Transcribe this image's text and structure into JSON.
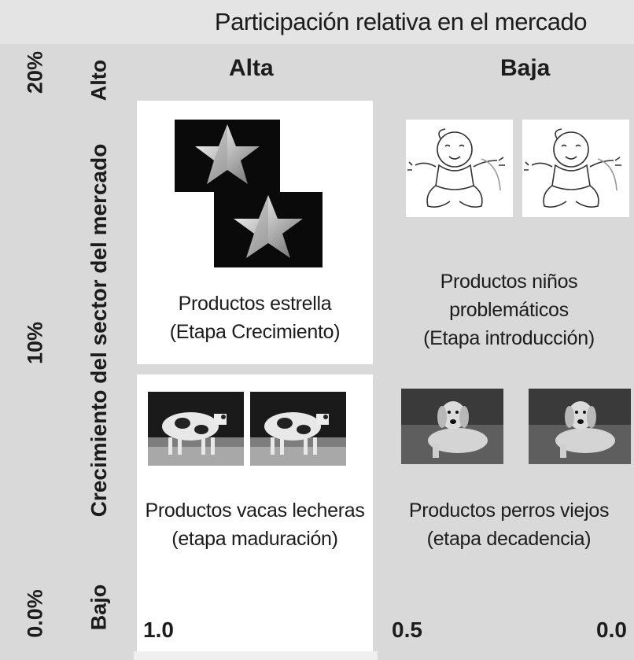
{
  "header": {
    "title": "Participación relativa en el mercado"
  },
  "y_axis": {
    "label": "Crecimiento del sector del mercado",
    "pct_high": "20%",
    "pct_mid": "10%",
    "pct_low": "0.0%",
    "level_high": "Alto",
    "level_low": "Bajo"
  },
  "columns": {
    "left": "Alta",
    "right": "Baja"
  },
  "quadrants": {
    "star": {
      "line1": "Productos estrella",
      "line2": "(Etapa Crecimiento)",
      "icon": "star-icon"
    },
    "child": {
      "line1": "Productos niños",
      "line2": "problemáticos",
      "line3": "(Etapa introducción)",
      "icon": "baby-icon"
    },
    "cow": {
      "line1": "Productos vacas lecheras",
      "line2": "(etapa maduración)",
      "icon": "cow-icon"
    },
    "dog": {
      "line1": "Productos perros viejos",
      "line2": "(etapa decadencia)",
      "icon": "dog-icon"
    }
  },
  "x_ticks": {
    "left": "1.0",
    "mid": "0.5",
    "right": "0.0"
  }
}
